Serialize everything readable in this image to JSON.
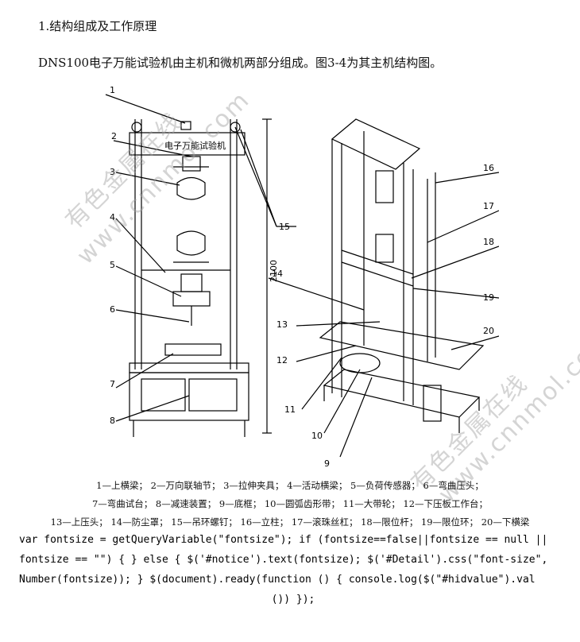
{
  "heading": "1.结构组成及工作原理",
  "intro": "DNS100电子万能试验机由主机和微机两部分组成。图3-4为其主机结构图。",
  "figure": {
    "machine_label": "电子万能试验机",
    "dimension_label": "2100",
    "callouts_left": [
      "1",
      "2",
      "3",
      "4",
      "5",
      "6",
      "7",
      "8"
    ],
    "callouts_right": [
      "15"
    ],
    "callouts_3d_left": [
      "14",
      "13",
      "12",
      "11",
      "10",
      "9"
    ],
    "callouts_3d_right": [
      "16",
      "17",
      "18",
      "19",
      "20"
    ],
    "watermarks": [
      "有色金属在线",
      "www.cnnmol.com",
      "有色金属在线",
      "www.cnnmol.com"
    ]
  },
  "caption": {
    "line1": "1—上横梁； 2—万向联轴节； 3—拉伸夹具； 4—活动横梁； 5—负荷传感器； 6—弯曲压头；",
    "line2": "7—弯曲试台； 8—减速装置； 9—底框； 10—圆弧齿形带； 11—大带轮； 12—下压板工作台；",
    "line3": "13—上压头； 14—防尘罩； 15—吊环螺钉； 16—立柱； 17—滚珠丝杠； 18—限位杆； 19—限位环； 20—下横梁"
  },
  "code": {
    "line1": "var fontsize = getQueryVariable(\"fontsize\"); if (fontsize==false||fontsize == null ||",
    "line2": "fontsize == \"\") { } else { $('#notice').text(fontsize); $('#Detail').css(\"font-size\",",
    "line3": "Number(fontsize)); } $(document).ready(function () { console.log($(\"#hidvalue\").val",
    "line4": "()) });"
  }
}
